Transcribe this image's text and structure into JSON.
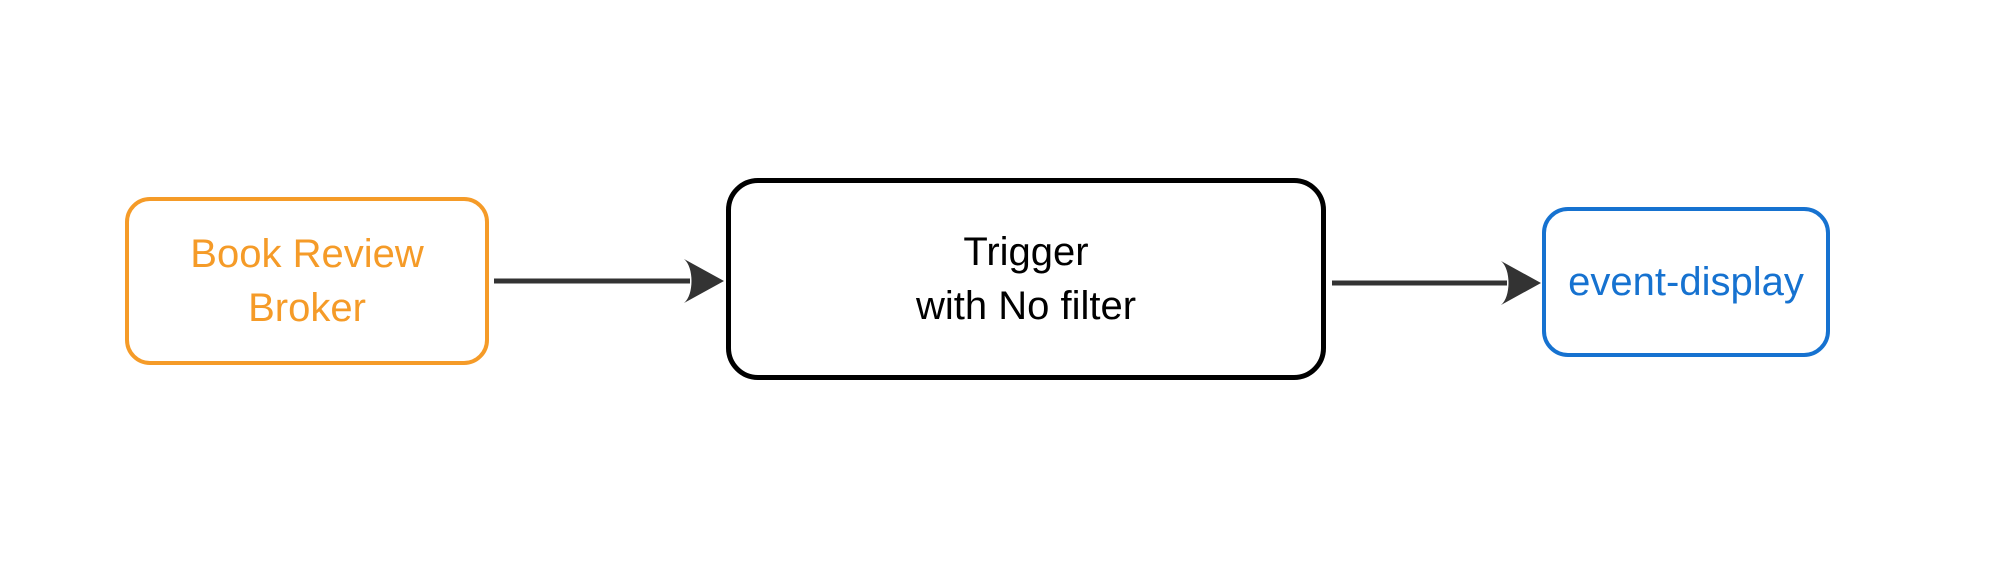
{
  "diagram": {
    "background_color": "#ffffff",
    "connector_color": "#333333",
    "nodes": [
      {
        "id": "book-review-broker",
        "label": "Book Review Broker",
        "label_lines": [
          "Book Review",
          "Broker"
        ],
        "border_color": "#f59b28",
        "text_color": "#f59b28",
        "fill_color": "#ffffff"
      },
      {
        "id": "trigger",
        "label": "Trigger with No filter",
        "label_lines": [
          "Trigger",
          "with No filter"
        ],
        "border_color": "#000000",
        "text_color": "#000000",
        "fill_color": "#ffffff"
      },
      {
        "id": "event-display",
        "label": "event-display",
        "label_lines": [
          "event-display"
        ],
        "border_color": "#1672d0",
        "text_color": "#1672d0",
        "fill_color": "#ffffff"
      }
    ],
    "edges": [
      {
        "from": "book-review-broker",
        "to": "trigger",
        "label": ""
      },
      {
        "from": "trigger",
        "to": "event-display",
        "label": ""
      }
    ]
  }
}
